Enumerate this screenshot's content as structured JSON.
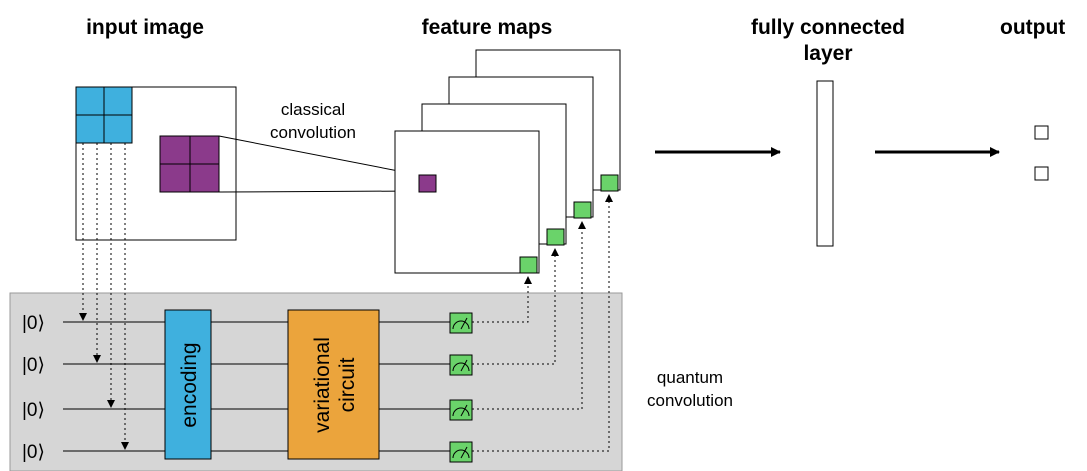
{
  "labels": {
    "input_image": "input image",
    "feature_maps": "feature maps",
    "fully_connected_line1": "fully connected",
    "fully_connected_line2": "layer",
    "output": "output",
    "classical_conv_line1": "classical",
    "classical_conv_line2": "convolution",
    "quantum_conv_line1": "quantum",
    "quantum_conv_line2": "convolution"
  },
  "circuit": {
    "qubits": [
      "|0⟩",
      "|0⟩",
      "|0⟩",
      "|0⟩"
    ],
    "encoding_label": "encoding",
    "variational_line1": "variational",
    "variational_line2": "circuit"
  },
  "colors": {
    "blue": "#3fb0de",
    "purple": "#8b3a8b",
    "green": "#6ad36a",
    "orange": "#eba43c",
    "quantum_bg": "#d6d6d6"
  }
}
